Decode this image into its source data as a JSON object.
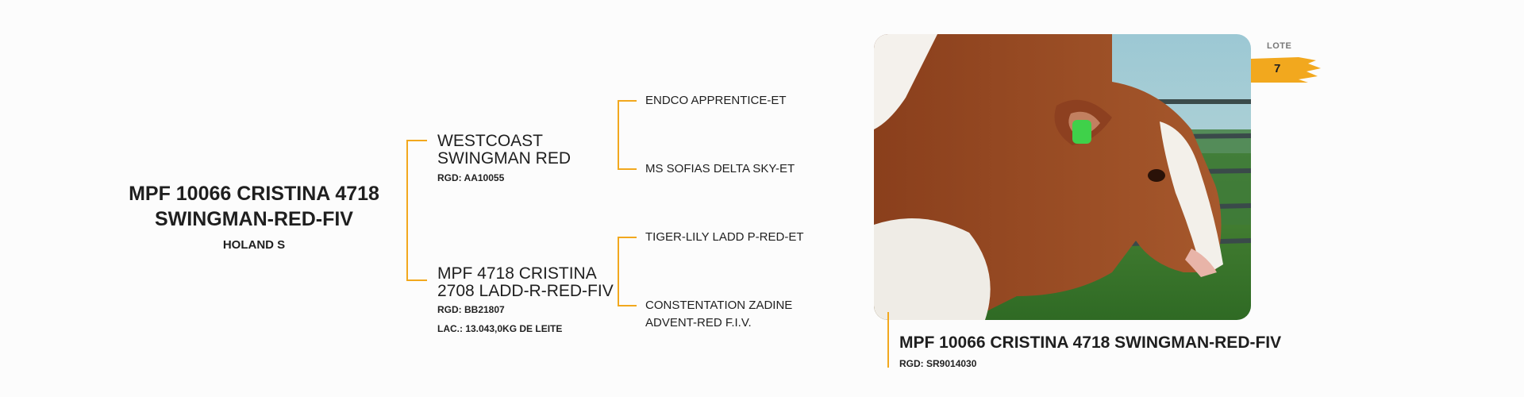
{
  "animal": {
    "name": "MPF 10066 CRISTINA 4718 SWINGMAN-RED-FIV",
    "name_line1": "MPF 10066 CRISTINA 4718",
    "name_line2": "SWINGMAN-RED-FIV",
    "breed": "HOLAND S",
    "rgd": "RGD: SR9014030"
  },
  "sire": {
    "name_line1": "WESTCOAST",
    "name_line2": "SWINGMAN RED",
    "rgd": "RGD: AA10055",
    "sire": "ENDCO APPRENTICE-ET",
    "dam": "MS SOFIAS DELTA SKY-ET"
  },
  "dam": {
    "name_line1": "MPF 4718 CRISTINA",
    "name_line2": "2708 LADD-R-RED-FIV",
    "rgd": "RGD: BB21807",
    "lactation": "LAC.: 13.043,0KG DE LEITE",
    "sire": "TIGER-LILY LADD P-RED-ET",
    "dam_line1": "CONSTENTATION ZADINE",
    "dam_line2": "ADVENT-RED F.I.V."
  },
  "lot": {
    "label": "LOTE",
    "number": "7"
  },
  "colors": {
    "accent": "#f2a81e",
    "text": "#1f1f1f",
    "background": "#fcfcfc"
  },
  "icons": {
    "lot_badge": "brush-stroke"
  }
}
